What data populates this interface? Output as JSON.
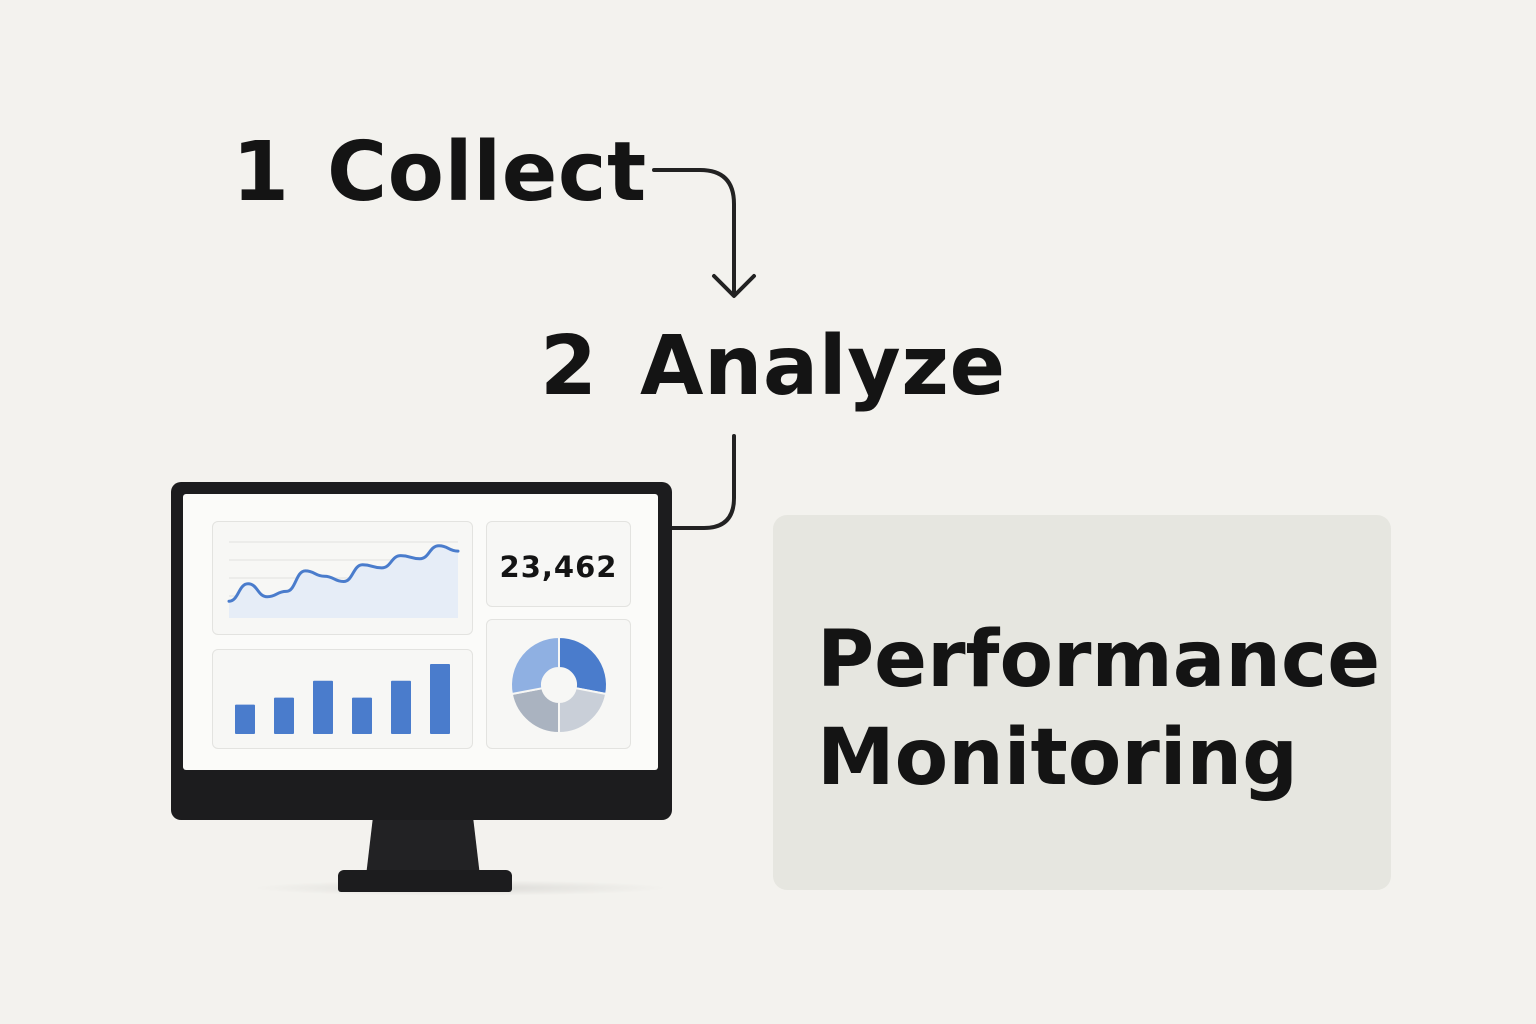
{
  "steps": [
    {
      "number": "1",
      "label": "Collect"
    },
    {
      "number": "2",
      "label": "Analyze"
    }
  ],
  "dashboard": {
    "kpi_value": "23,462",
    "line_series": [
      0.22,
      0.45,
      0.28,
      0.35,
      0.62,
      0.55,
      0.48,
      0.7,
      0.66,
      0.82,
      0.78,
      0.95,
      0.88
    ],
    "bar_series": [
      0.42,
      0.52,
      0.76,
      0.52,
      0.76,
      1.0
    ],
    "donut_segments": [
      0.28,
      0.22,
      0.22,
      0.28
    ],
    "colors": {
      "accent": "#4a7ccc",
      "accent_light": "#8fb0e2",
      "area_fill": "#e6edf7",
      "gray_light": "#c9cfd8",
      "gray_mid": "#aab3c0"
    }
  },
  "title_card": {
    "line1": "Performance",
    "line2": "Monitoring"
  }
}
